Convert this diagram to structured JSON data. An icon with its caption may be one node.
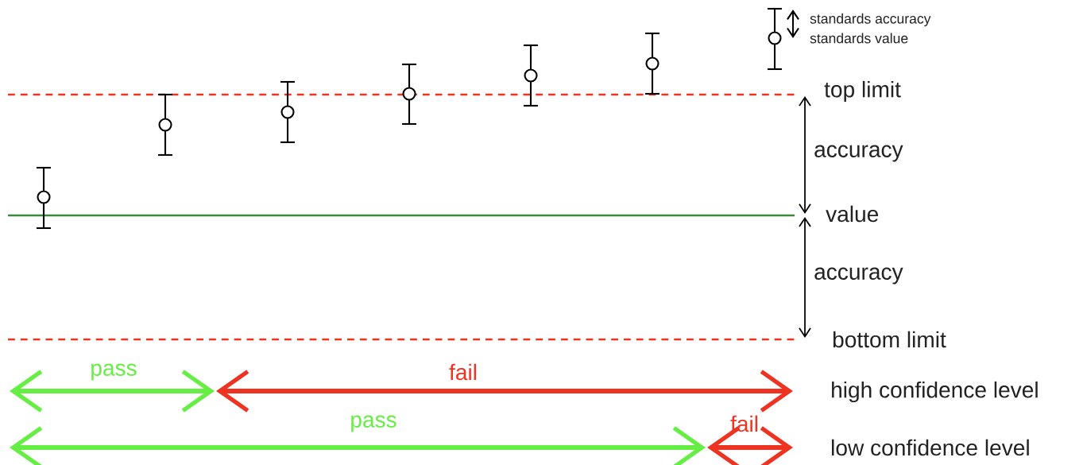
{
  "diagram": {
    "labels": [
      "standards accuracy",
      "standards value",
      "top limit",
      "accuracy",
      "value",
      "accuracy",
      "bottom limit",
      "pass",
      "fail",
      "high confidence level",
      "pass",
      "fail",
      "low confidence level"
    ]
  }
}
